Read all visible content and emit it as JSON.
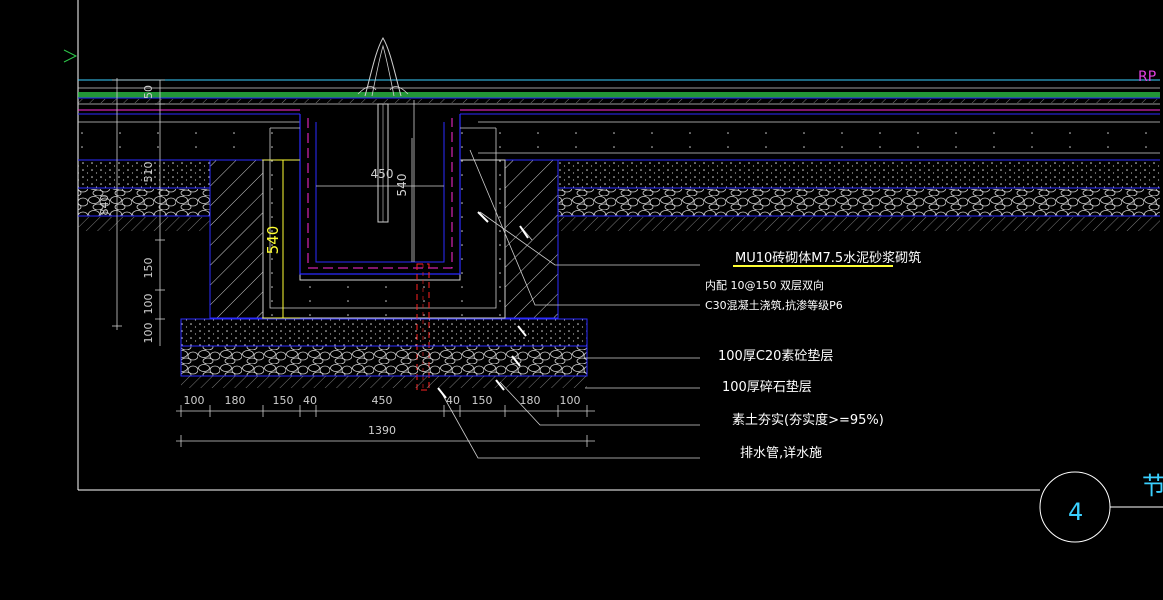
{
  "drawing": {
    "layer_tag": "RP",
    "detail_number": "4",
    "title_fragment": "节",
    "colors": {
      "background": "#000000",
      "frame": "#ffffff",
      "dim": "#cfcfcf",
      "blue": "#2b2bff",
      "green": "#2ec84a",
      "magenta": "#ff2bd6",
      "yellow": "#ffff33",
      "red": "#ff2222",
      "cyan": "#3ad0ff",
      "tag": "#e040e0"
    }
  },
  "vertical_dims_left": [
    "50",
    "510",
    "840",
    "150",
    "100",
    "100"
  ],
  "inner_dims": {
    "width_450": "450",
    "depth_540": "540",
    "wall_540": "540"
  },
  "bottom_dims": [
    "100",
    "180",
    "150",
    "40",
    "450",
    "40",
    "150",
    "180",
    "100"
  ],
  "total_dim": "1390",
  "labels": {
    "masonry": "MU10砖砌体M7.5水泥砂浆砌筑",
    "rebar": "内配  10@150 双层双向",
    "concrete": "C30混凝土浇筑,抗渗等级P6",
    "c20": "100厚C20素砼垫层",
    "gravel": "100厚碎石垫层",
    "soil": "素土夯实(夯实度>=95%)",
    "drain": "排水管,详水施"
  }
}
